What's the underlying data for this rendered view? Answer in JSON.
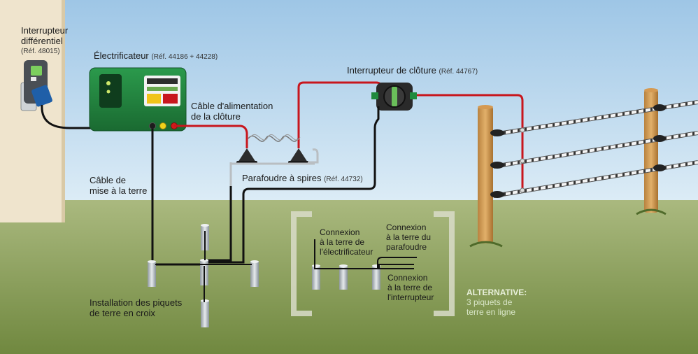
{
  "labels": {
    "rcd_title_1": "Interrupteur",
    "rcd_title_2": "différentiel",
    "rcd_ref": "(Réf. 48015)",
    "energizer_title": "Électrificateur",
    "energizer_ref": "(Réf. 44186 + 44228)",
    "fence_switch_title": "Interrupteur de clôture",
    "fence_switch_ref": "(Réf. 44767)",
    "supply_cable_1": "Câble d'alimentation",
    "supply_cable_2": "de la clôture",
    "arrester_title": "Parafoudre à spires",
    "arrester_ref": "(Réf. 44732)",
    "earth_cable_1": "Câble de",
    "earth_cable_2": "mise à la terre",
    "cross_install_1": "Installation des piquets",
    "cross_install_2": "de terre en croix",
    "conn_energizer_1": "Connexion",
    "conn_energizer_2": "à la terre de",
    "conn_energizer_3": "l'électrificateur",
    "conn_arrester_1": "Connexion",
    "conn_arrester_2": "à la terre du",
    "conn_arrester_3": "parafoudre",
    "conn_switch_1": "Connexion",
    "conn_switch_2": "à la terre de",
    "conn_switch_3": "l'interrupteur",
    "alt_head": "ALTERNATIVE:",
    "alt_1": "3 piquets de",
    "alt_2": "terre en ligne"
  },
  "colors": {
    "sky_top": "#9ec6e6",
    "sky_bottom": "#d8eaf6",
    "grass_top": "#a8b97e",
    "grass_bottom": "#738a46",
    "wall": "#efe4cd",
    "energizer_green": "#1e7a3a",
    "live_wire": "#c8161d",
    "earth_wire": "#111111"
  }
}
